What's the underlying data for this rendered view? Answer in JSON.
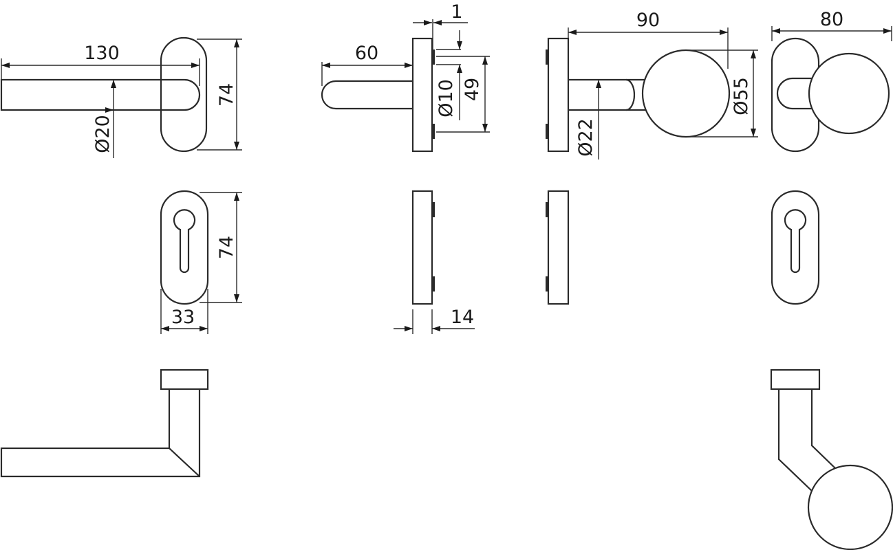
{
  "title": "Door handle and knob set technical drawing",
  "colors": {
    "line": "#2a2a2a",
    "background": "#ffffff"
  },
  "dimensions": {
    "lever_length": "130",
    "lever_diameter": "Ø20",
    "rose_height_top": "74",
    "rose_height_key": "74",
    "rose_width": "33",
    "projection_lever": "60",
    "gap": "1",
    "spindle_diameter": "Ø10",
    "spindle_offset": "49",
    "plate_thickness": "14",
    "knob_projection": "90",
    "knob_stem_diameter": "Ø22",
    "knob_diameter": "Ø55",
    "knob_width": "80"
  }
}
